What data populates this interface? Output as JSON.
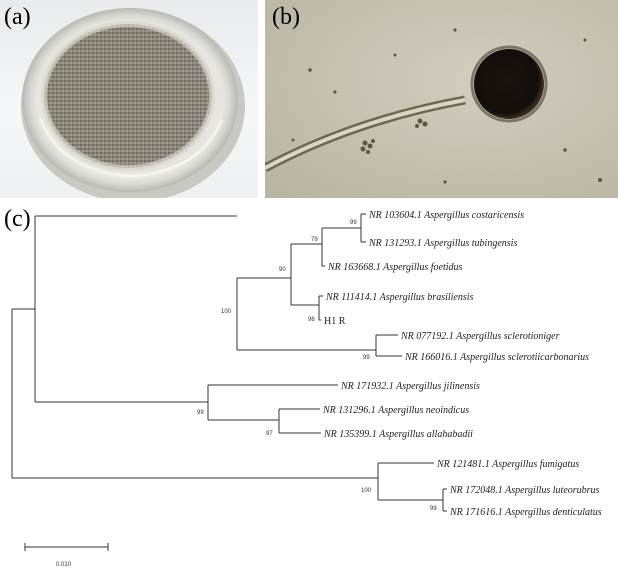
{
  "panels": {
    "a": {
      "label": "(a)"
    },
    "b": {
      "label": "(b)"
    },
    "c": {
      "label": "(c)"
    }
  },
  "tree": {
    "taxa": [
      {
        "id": "t1",
        "text": "NR 103604.1 Aspergillus costaricensis",
        "italic": true
      },
      {
        "id": "t2",
        "text": "NR 131293.1 Aspergillus tubingensis",
        "italic": true
      },
      {
        "id": "t3",
        "text": "NR 163668.1 Aspergillus foetidus",
        "italic": true
      },
      {
        "id": "t4",
        "text": "NR 111414.1 Aspergillus brasiliensis",
        "italic": true
      },
      {
        "id": "t5",
        "text": "H1 R",
        "italic": false
      },
      {
        "id": "t6",
        "text": "NR 077192.1 Aspergillus sclerotioniger",
        "italic": true
      },
      {
        "id": "t7",
        "text": "NR 166016.1 Aspergillus sclerotiicarbonarius",
        "italic": true
      },
      {
        "id": "t8",
        "text": "NR 171932.1 Aspergillus jilinensis",
        "italic": true
      },
      {
        "id": "t9",
        "text": "NR 131296.1 Aspergillus neoindicus",
        "italic": true
      },
      {
        "id": "t10",
        "text": "NR 135399.1 Aspergillus allahabadii",
        "italic": true
      },
      {
        "id": "t11",
        "text": "NR 121481.1 Aspergillus fumigatus",
        "italic": true
      },
      {
        "id": "t12",
        "text": "NR 172048.1 Aspergillus luteorubrus",
        "italic": true
      },
      {
        "id": "t13",
        "text": "NR 171616.1 Aspergillus denticulatus",
        "italic": true
      }
    ],
    "bootstrap": [
      {
        "id": "b1",
        "value": "99"
      },
      {
        "id": "b2",
        "value": "79"
      },
      {
        "id": "b3",
        "value": "90"
      },
      {
        "id": "b4",
        "value": "100"
      },
      {
        "id": "b5",
        "value": "96"
      },
      {
        "id": "b6",
        "value": "99"
      },
      {
        "id": "b7",
        "value": "99"
      },
      {
        "id": "b8",
        "value": "97"
      },
      {
        "id": "b9",
        "value": "100"
      },
      {
        "id": "b10",
        "value": "99"
      }
    ],
    "scale_bar_label": "0.010"
  }
}
